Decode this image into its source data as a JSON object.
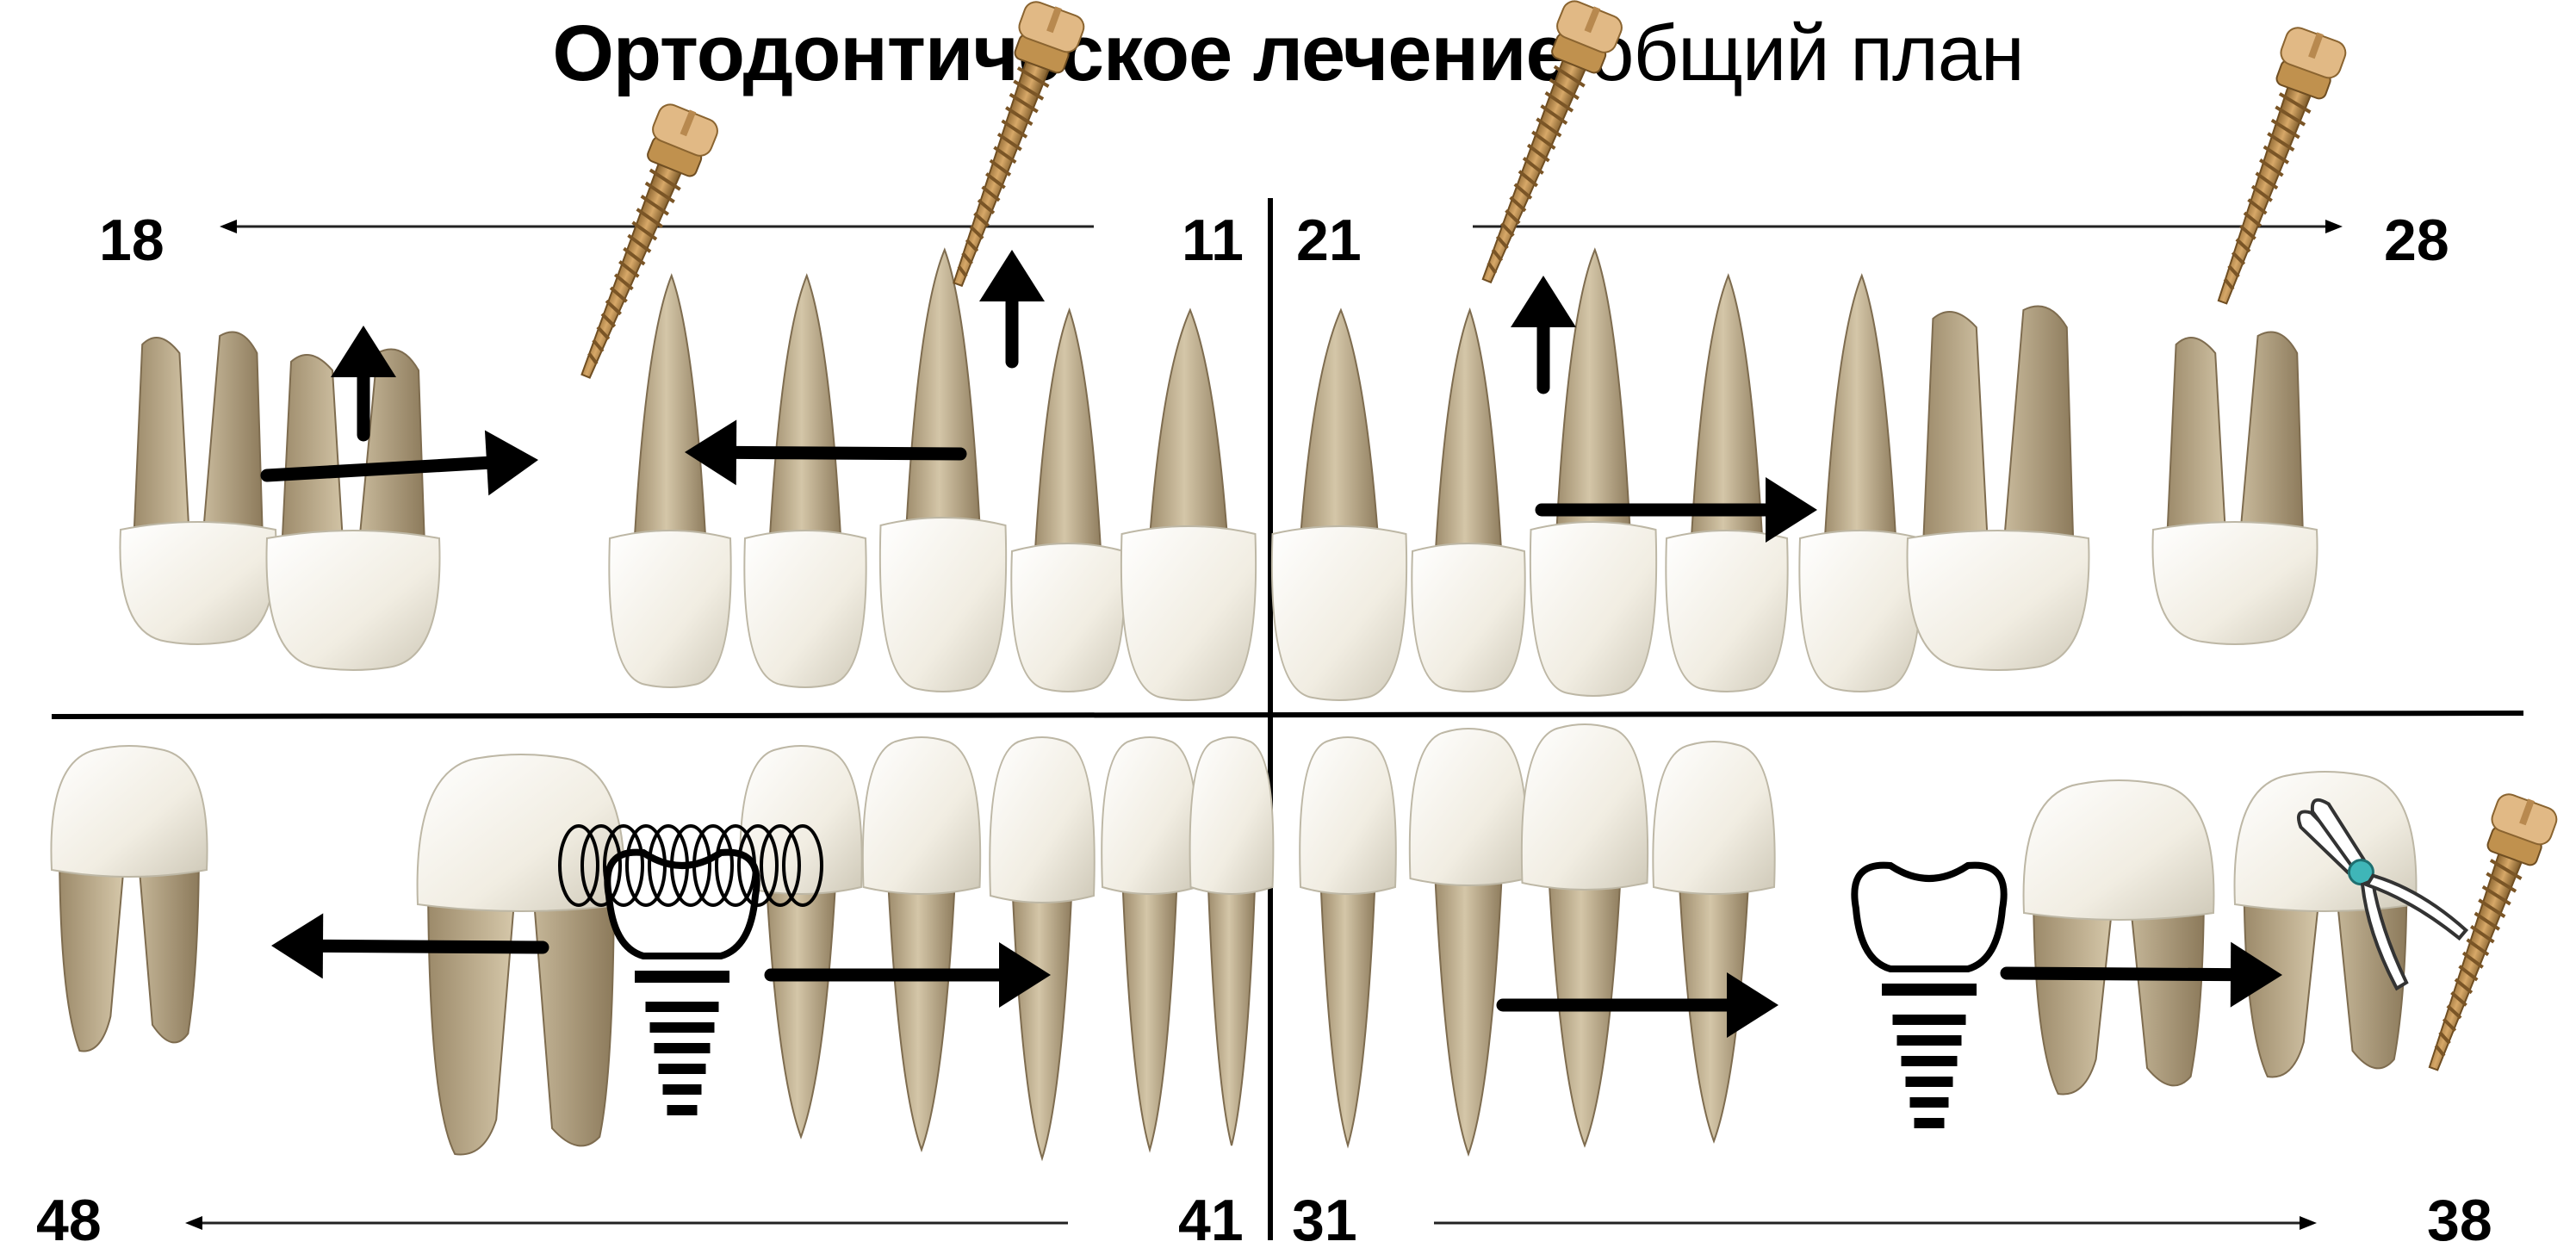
{
  "title": {
    "bold": "Ортодонтическое лечение",
    "separator": "/",
    "regular": "общий план"
  },
  "quadrant_labels": {
    "upper_right_start": "18",
    "upper_right_end": "11",
    "upper_left_start": "21",
    "upper_left_end": "28",
    "lower_right_start": "48",
    "lower_right_end": "41",
    "lower_left_start": "31",
    "lower_left_end": "38"
  },
  "colors": {
    "root": "#c8b89a",
    "root_shadow": "#8f7d5f",
    "crown": "#f4f1e8",
    "crown_shadow": "#cfcabb",
    "screw": "#b8894f",
    "screw_head": "#deb887",
    "arrow": "#000000",
    "line": "#000000",
    "plier_accent": "#3fb6b8"
  },
  "icons": [
    "orthodontic-miniscrew-icon",
    "dental-implant-icon",
    "coil-spring-icon",
    "extraction-forceps-icon",
    "movement-arrow-icon"
  ]
}
